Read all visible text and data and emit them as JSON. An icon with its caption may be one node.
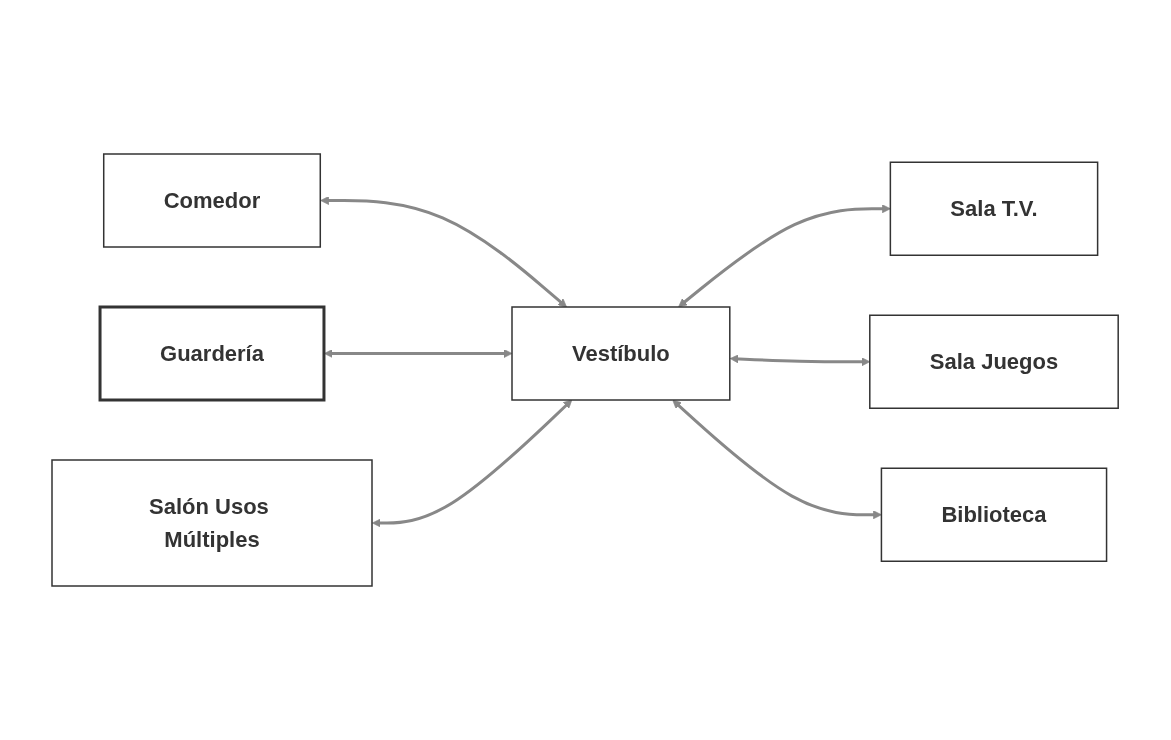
{
  "diagram": {
    "nodes": [
      {
        "text": [
          "Comedor"
        ]
      },
      {
        "text": [
          "Sala T.V."
        ]
      },
      {
        "text": [
          "Guardería"
        ]
      },
      {
        "text": [
          "Vestíbulo"
        ]
      },
      {
        "text": [
          "Sala Juegos"
        ]
      },
      {
        "text": [
          "Salón Usos Múltiples"
        ]
      },
      {
        "text": [
          "Biblioteca"
        ]
      }
    ],
    "edges": [
      {
        "from": 0,
        "to": 3,
        "arrow": "both"
      },
      {
        "from": 3,
        "to": 1,
        "arrow": "both"
      },
      {
        "from": 2,
        "to": 3,
        "arrow": "both"
      },
      {
        "from": 3,
        "to": 4,
        "arrow": "both"
      },
      {
        "from": 5,
        "to": 3,
        "arrow": "both"
      },
      {
        "from": 3,
        "to": 6,
        "arrow": "both"
      }
    ]
  }
}
